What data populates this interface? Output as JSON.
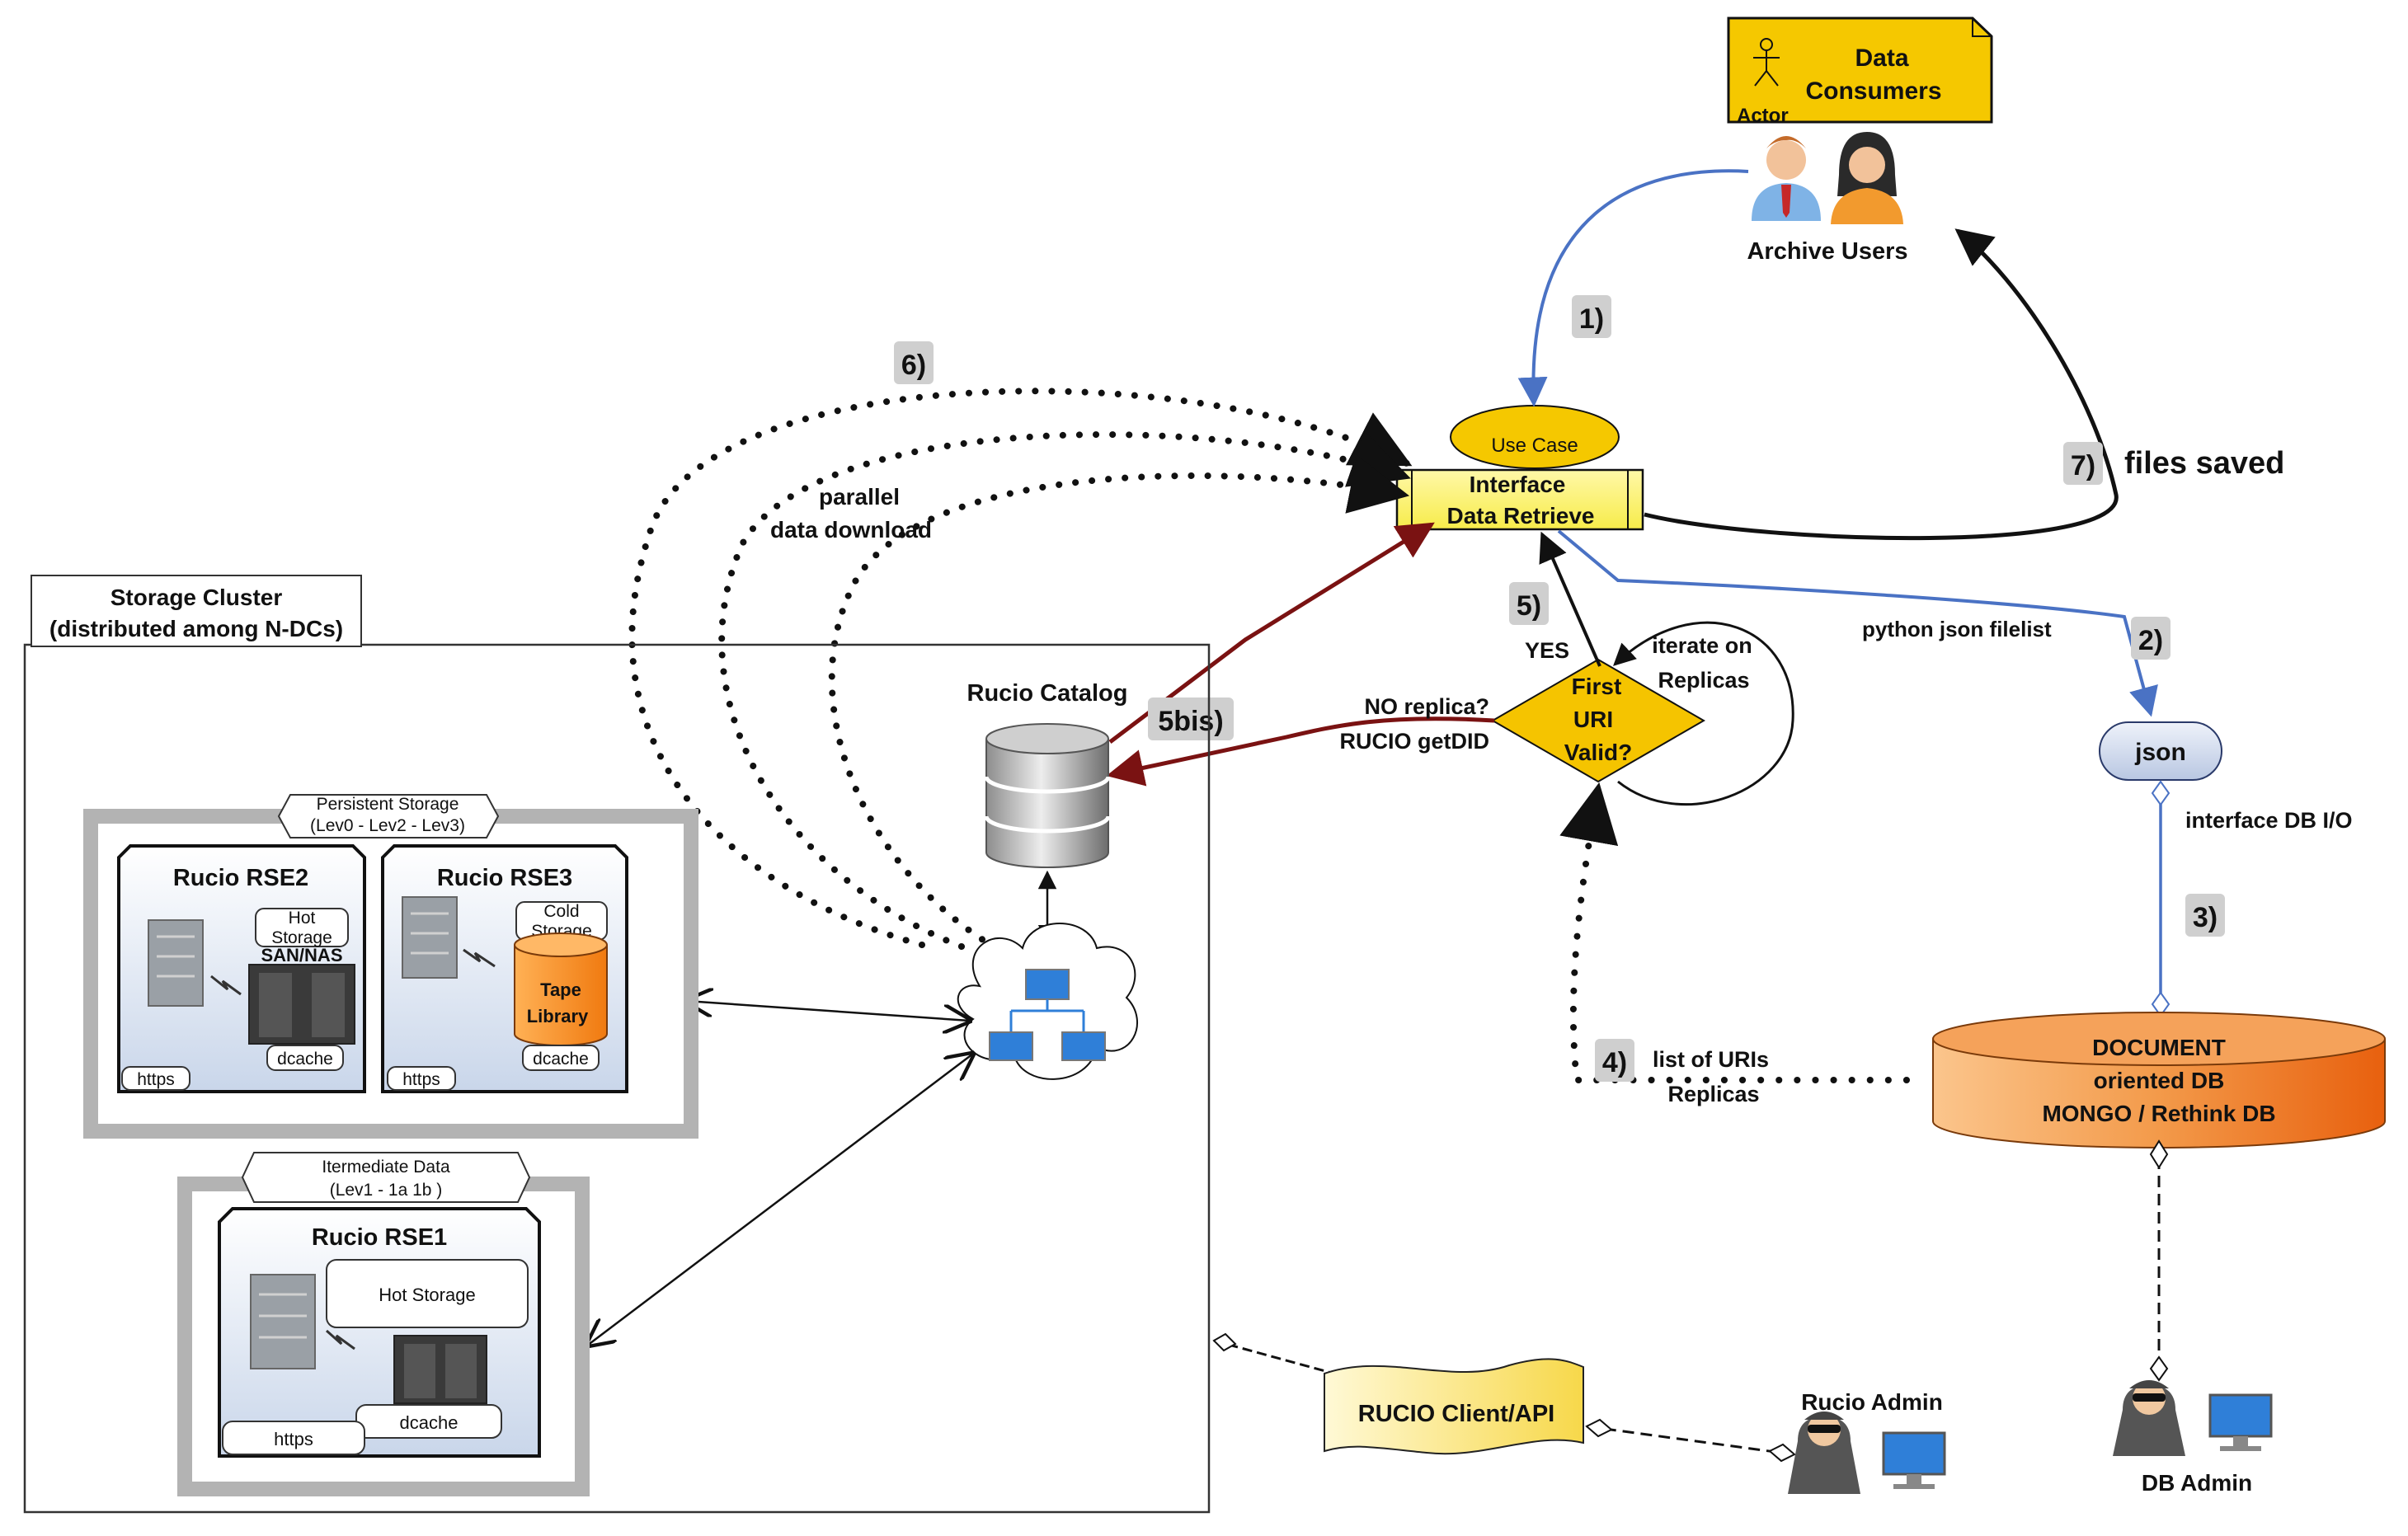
{
  "actor_box": {
    "icon_label": "Actor",
    "line1": "Data",
    "line2": "Consumers"
  },
  "archive_users": "Archive Users",
  "use_case": "Use Case",
  "interface": {
    "line1": "Interface",
    "line2": "Data Retrieve"
  },
  "steps": {
    "s1": "1)",
    "s2": "2)",
    "s3": "3)",
    "s4": "4)",
    "s5": "5)",
    "s5bis": "5bis)",
    "s6": "6)",
    "s7": "7)"
  },
  "labels": {
    "files_saved": "files saved",
    "python_json": "python json filelist",
    "interface_db": "interface DB I/O",
    "yes": "YES",
    "iterate_l1": "iterate on",
    "iterate_l2": "Replicas",
    "no_replica": "NO replica?",
    "getdid": "RUCIO getDID",
    "parallel_l1": "parallel",
    "parallel_l2": "data download",
    "list_uris_l1": "list of URIs",
    "list_uris_l2": "Replicas"
  },
  "decision": {
    "line1": "First",
    "line2": "URI",
    "line3": "Valid?"
  },
  "json_node": "json",
  "document_db": {
    "line1": "DOCUMENT",
    "line2": "oriented DB",
    "line3": "MONGO / Rethink DB"
  },
  "db_admin": "DB Admin",
  "rucio_admin": "Rucio Admin",
  "rucio_client": "RUCIO Client/API",
  "storage_cluster": {
    "line1": "Storage Cluster",
    "line2": "(distributed among N-DCs)"
  },
  "rucio_catalog": "Rucio Catalog",
  "persistent": {
    "line1": "Persistent Storage",
    "line2": "(Lev0 - Lev2 - Lev3)"
  },
  "intermediate": {
    "line1": "Itermediate Data",
    "line2": "(Lev1 - 1a 1b )"
  },
  "rse2": {
    "title": "Rucio RSE2",
    "storage_l1": "Hot",
    "storage_l2": "Storage",
    "san": "SAN/NAS",
    "dcache": "dcache",
    "https": "https"
  },
  "rse3": {
    "title": "Rucio RSE3",
    "storage_l1": "Cold",
    "storage_l2": "Storage",
    "tape_l1": "Tape",
    "tape_l2": "Library",
    "dcache": "dcache",
    "https": "https"
  },
  "rse1": {
    "title": "Rucio RSE1",
    "storage": "Hot Storage",
    "dcache": "dcache",
    "https": "https"
  },
  "colors": {
    "blue_arrow": "#4a72c4",
    "red_arrow": "#7a1212",
    "yellow": "#f5c400",
    "orange": "#f07a20",
    "box_border": "#111111"
  }
}
